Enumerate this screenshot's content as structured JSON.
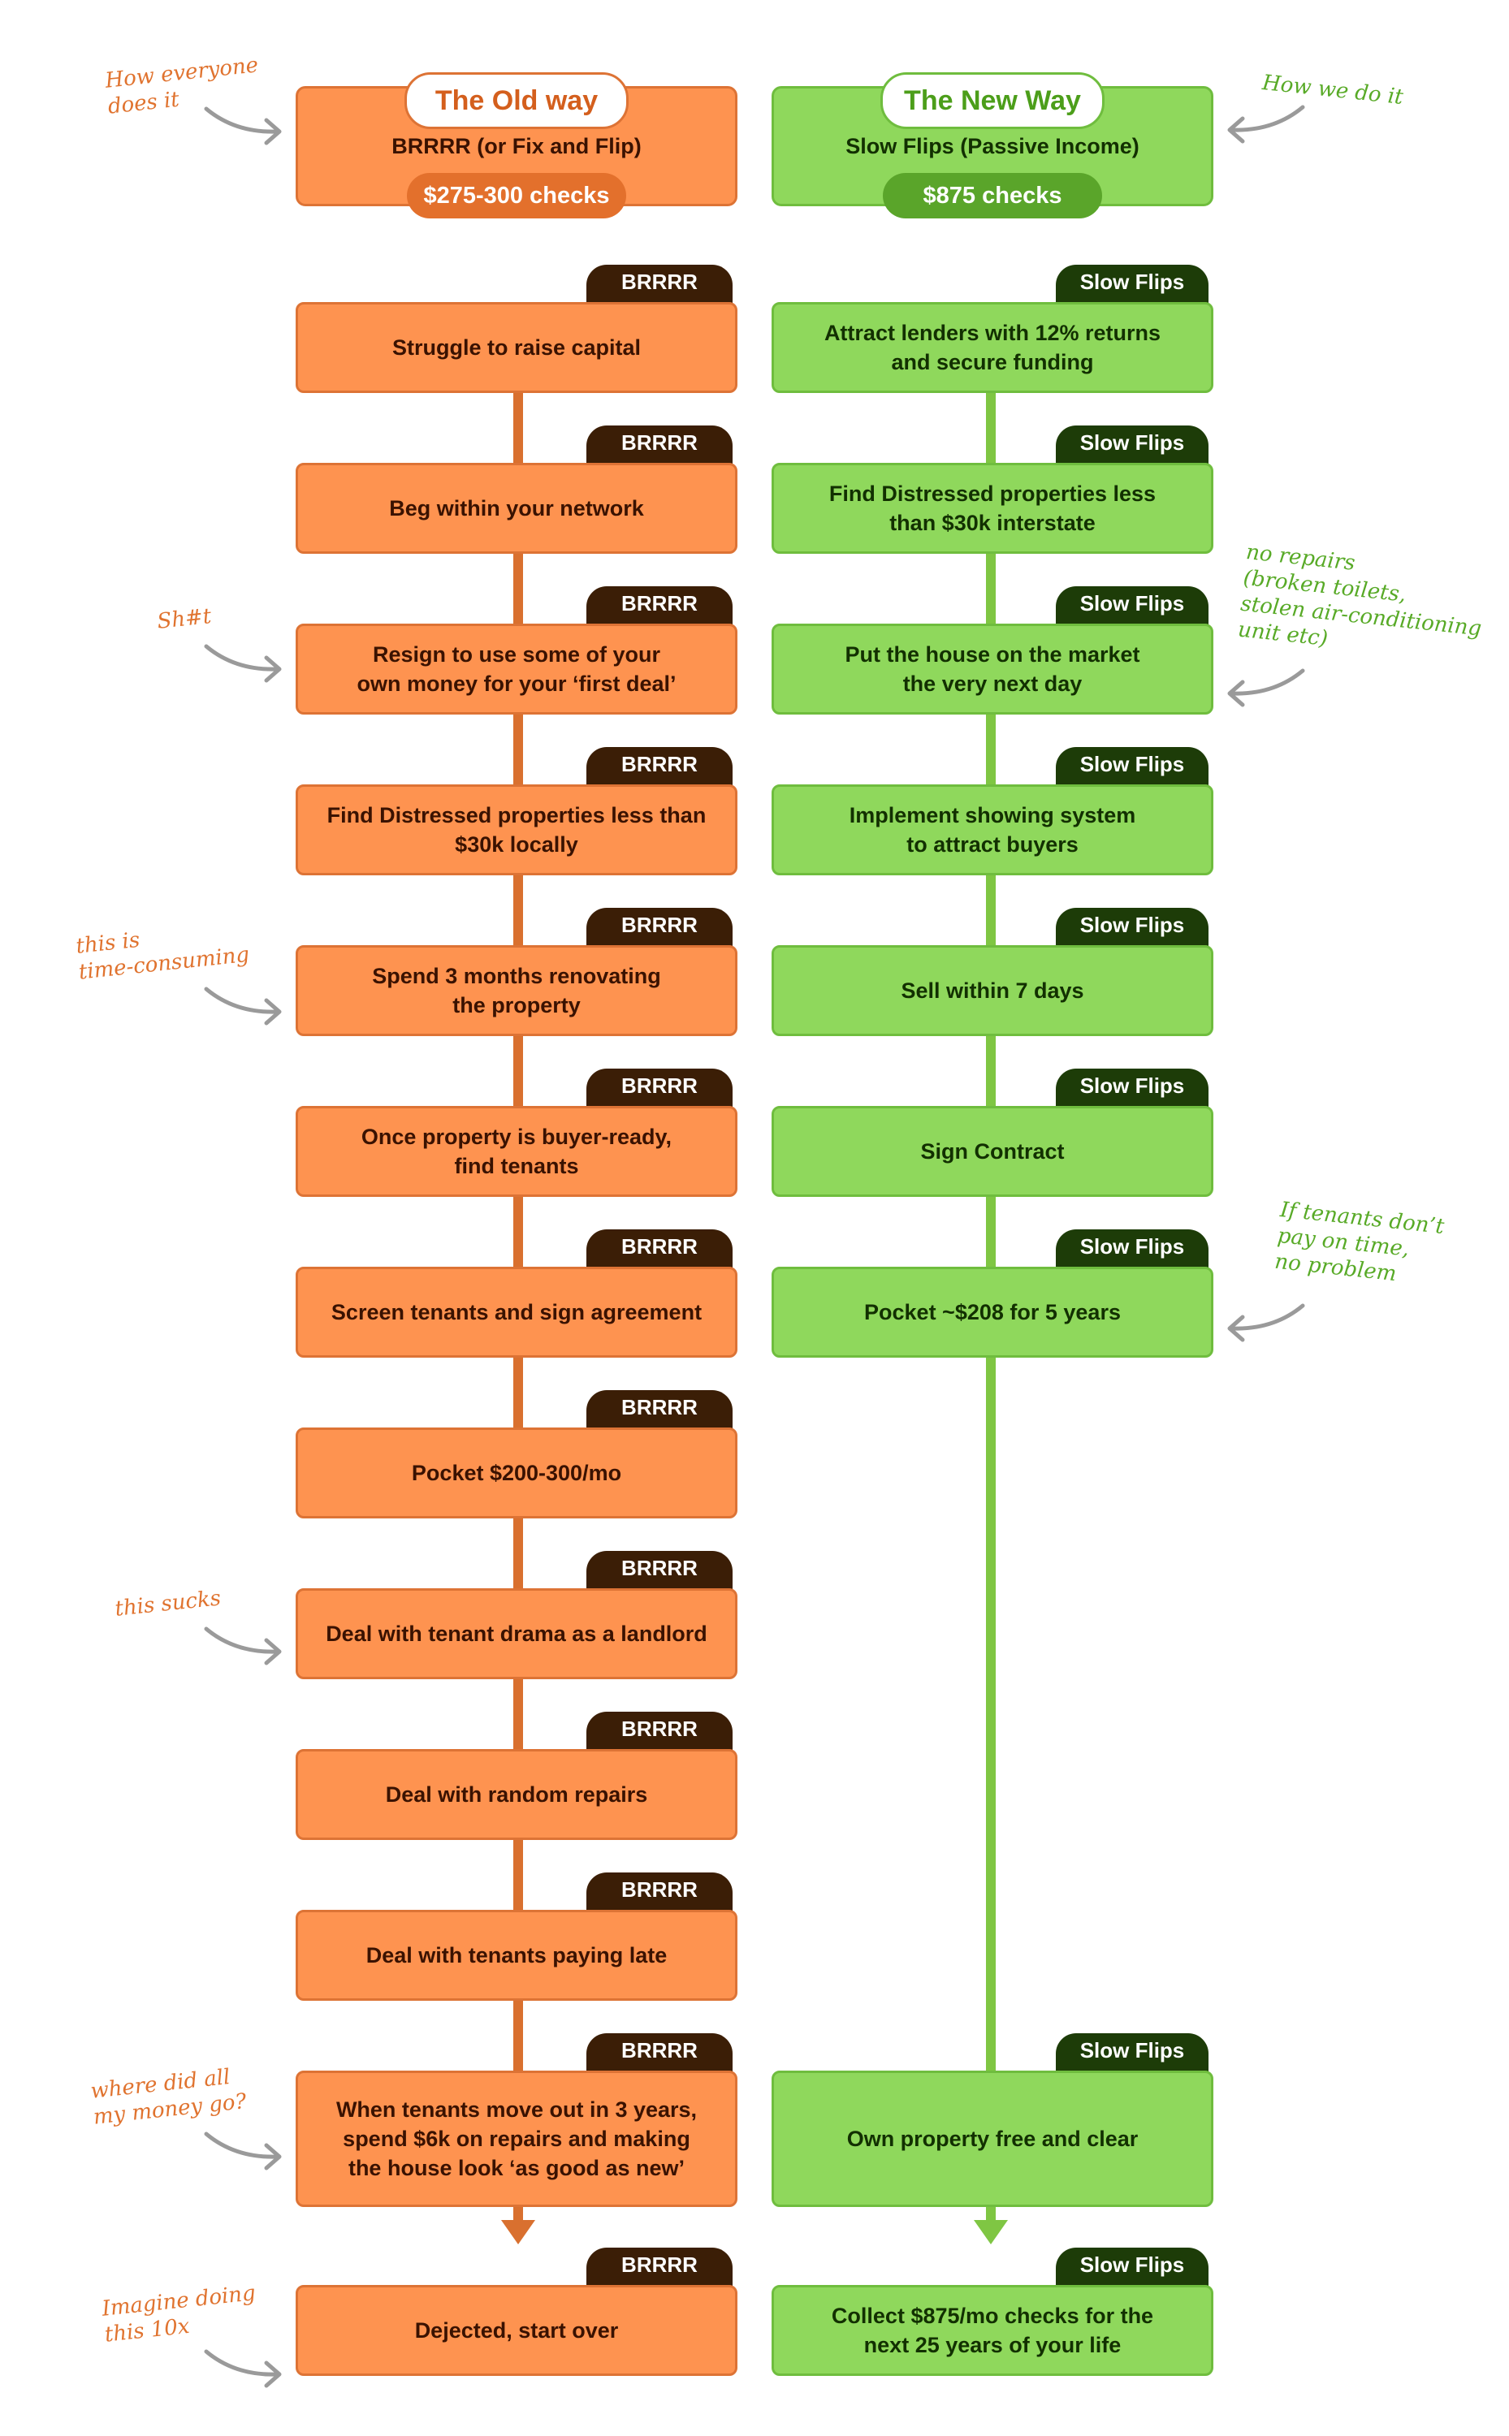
{
  "old": {
    "title": "The Old way",
    "subtitle": "BRRRR (or Fix and Flip)",
    "checks": "$275-300 checks",
    "tag": "BRRRR",
    "steps": [
      "Struggle to raise capital",
      "Beg within your network",
      "Resign to use some of your\nown money for your ‘first deal’",
      "Find Distressed properties less than\n$30k locally",
      "Spend 3 months renovating\nthe property",
      "Once property is buyer-ready,\nfind tenants",
      "Screen tenants and sign agreement",
      "Pocket $200-300/mo",
      "Deal with tenant drama as a landlord",
      "Deal with random repairs",
      "Deal with tenants paying late",
      "When tenants move out in 3 years,\nspend $6k on repairs and making\nthe house look ‘as good as new’",
      "Dejected, start over"
    ]
  },
  "new": {
    "title": "The New Way",
    "subtitle": "Slow Flips (Passive Income)",
    "checks": "$875 checks",
    "tag": "Slow Flips",
    "steps": [
      "Attract lenders with 12% returns\nand secure funding",
      "Find Distressed properties less\nthan $30k interstate",
      "Put the house on the market\nthe very next day",
      "Implement showing system\nto attract buyers",
      "Sell within 7 days",
      "Sign Contract",
      "Pocket ~$208 for 5 years",
      "Own property free and clear",
      "Collect $875/mo checks for the\nnext 25 years of your life"
    ]
  },
  "notes": {
    "how_everyone": "How everyone\ndoes it",
    "how_we": "How we do it",
    "shit": "Sh#t",
    "time_consuming": "this is\ntime-consuming",
    "this_sucks": "this sucks",
    "where_money": "where did all\nmy money go?",
    "imagine": "Imagine doing\nthis 10x",
    "no_repairs": "no repairs\n(broken toilets,\nstolen air-conditioning\nunit etc)",
    "if_tenants": "If tenants don’t\npay on time,\nno problem"
  },
  "colors": {
    "old_fill": "#fe9350",
    "old_dark": "#3b1e06",
    "new_fill": "#8fd85c",
    "new_dark": "#1d3c08"
  }
}
